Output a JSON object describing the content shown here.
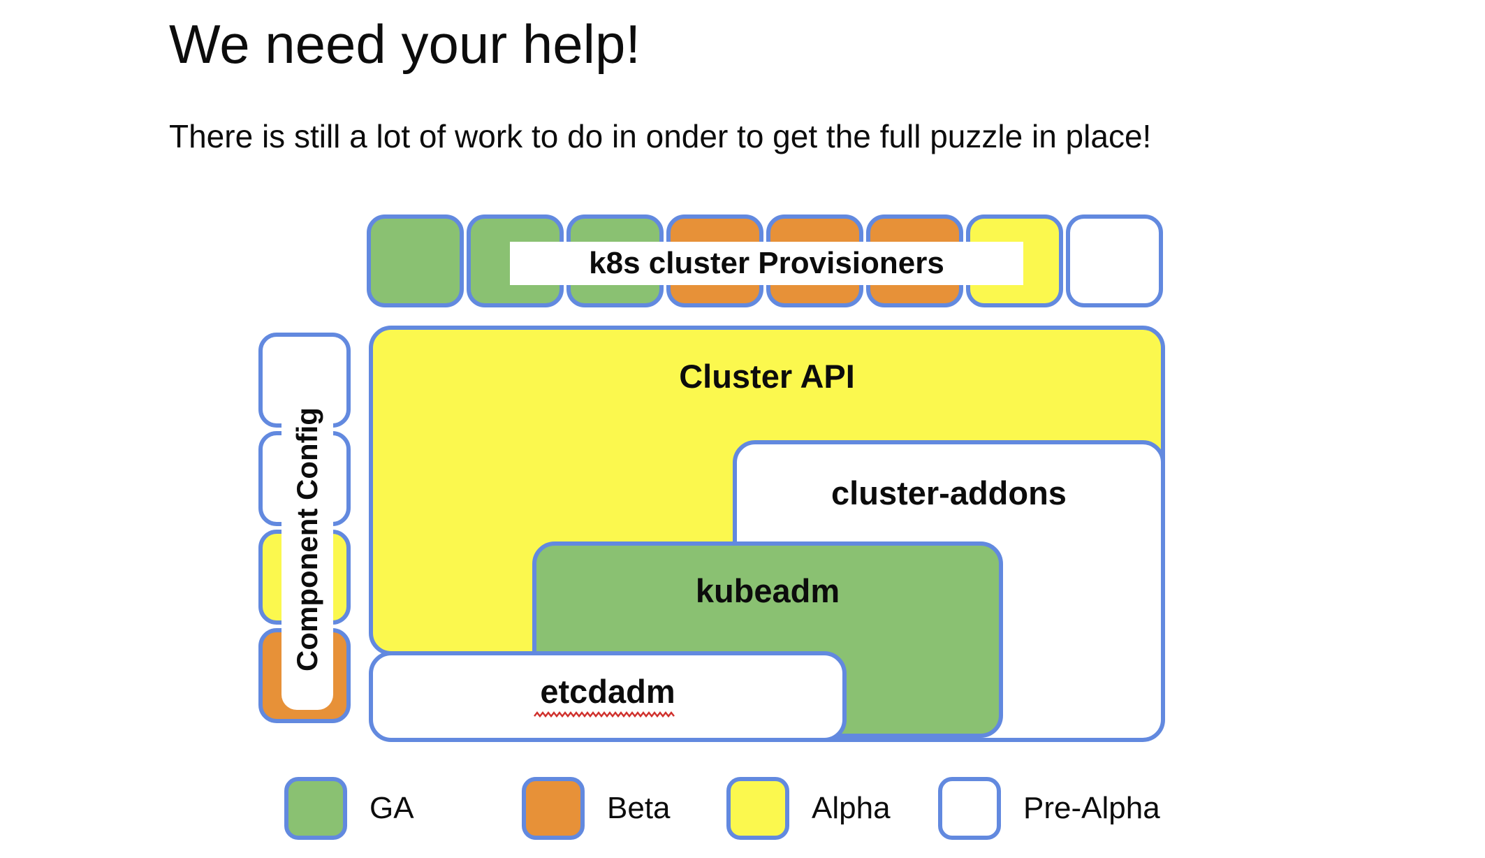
{
  "slide": {
    "title": "We need your help!",
    "subtitle": "There is still a lot of work to do in onder to get the full puzzle in place!"
  },
  "colors": {
    "ga": "#8AC172",
    "beta": "#E79138",
    "alpha": "#FBF84E",
    "prealpha": "#FFFFFF",
    "border": "#6289DF",
    "squiggle": "#D0312D"
  },
  "top_row": {
    "label": "k8s cluster Provisioners",
    "pieces": [
      {
        "status": "ga"
      },
      {
        "status": "ga"
      },
      {
        "status": "ga"
      },
      {
        "status": "beta"
      },
      {
        "status": "beta"
      },
      {
        "status": "beta"
      },
      {
        "status": "alpha"
      },
      {
        "status": "prealpha"
      }
    ]
  },
  "component_config": {
    "label": "Component Config",
    "pieces": [
      {
        "status": "prealpha"
      },
      {
        "status": "prealpha"
      },
      {
        "status": "alpha"
      },
      {
        "status": "beta"
      }
    ]
  },
  "puzzle": {
    "cluster_api": {
      "label": "Cluster API",
      "status": "alpha"
    },
    "cluster_addons": {
      "label": "cluster-addons",
      "status": "prealpha"
    },
    "kubeadm": {
      "label": "kubeadm",
      "status": "ga"
    },
    "etcdadm": {
      "label": "etcdadm",
      "status": "prealpha"
    }
  },
  "legend": {
    "items": [
      {
        "label": "GA",
        "status": "ga"
      },
      {
        "label": "Beta",
        "status": "beta"
      },
      {
        "label": "Alpha",
        "status": "alpha"
      },
      {
        "label": "Pre-Alpha",
        "status": "prealpha"
      }
    ]
  }
}
